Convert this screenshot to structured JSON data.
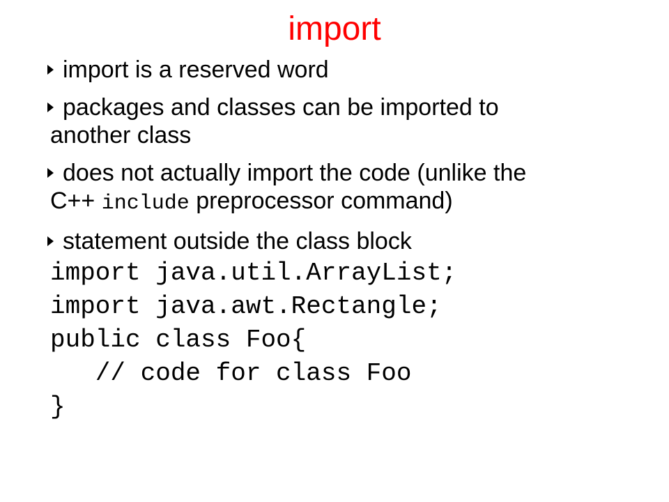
{
  "slide": {
    "title": "import",
    "bullets": [
      {
        "text": "import is a reserved word"
      },
      {
        "line1": "packages and classes can be imported to",
        "line2": "another class"
      },
      {
        "line1": "does not actually import the code (unlike the",
        "line2_pre": "C++ ",
        "line2_code": "include",
        "line2_post": " preprocessor command)"
      },
      {
        "text": "statement outside the class block"
      }
    ],
    "code": [
      "import java.util.ArrayList;",
      "import java.awt.Rectangle;",
      "public class Foo{",
      "   // code for class Foo",
      "}"
    ],
    "colors": {
      "title": "#ff0000",
      "text": "#000000",
      "background": "#ffffff"
    },
    "bullet_icon": "triangle-right-icon"
  }
}
